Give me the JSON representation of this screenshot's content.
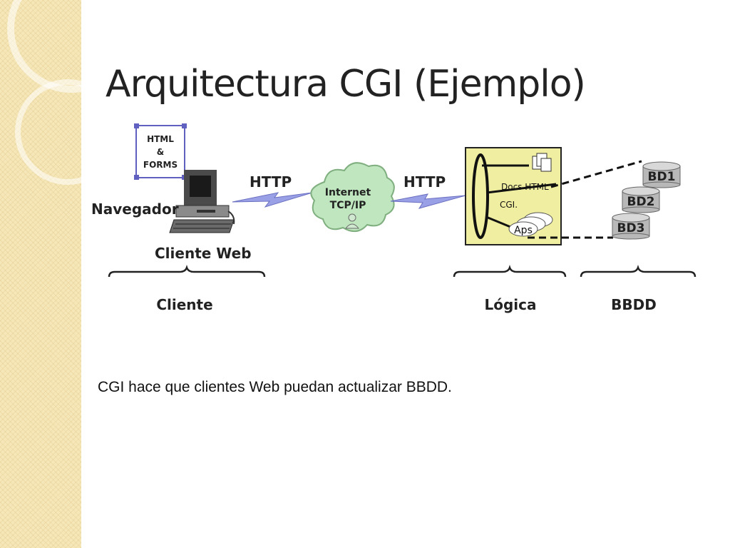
{
  "slide": {
    "title": "Arquitectura CGI (Ejemplo)",
    "caption": "CGI hace que clientes Web puedan actualizar BBDD."
  },
  "diagram": {
    "doc_icon_lines": [
      "HTML",
      "&",
      "FORMS"
    ],
    "navegador_label": "Navegador",
    "cliente_web_label": "Cliente Web",
    "http_left_label": "HTTP",
    "http_right_label": "HTTP",
    "cloud_lines": [
      "Internet",
      "TCP/IP"
    ],
    "server_docs_label": "Docs HTML",
    "server_cgi_label": "CGI.",
    "server_aps_label": "Aps",
    "databases": [
      "BD1",
      "BD2",
      "BD3"
    ],
    "tiers": [
      "Cliente",
      "Lógica",
      "BBDD"
    ]
  },
  "colors": {
    "side_band": "#f6e7b8",
    "server_box": "#f0eea0",
    "cloud": "#bfe6bf",
    "lightning": "#9aa0e6",
    "database": "#b8b8b8"
  }
}
